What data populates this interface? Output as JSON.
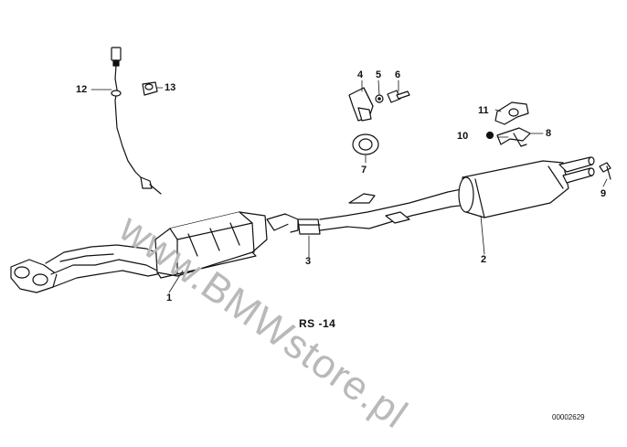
{
  "diagram": {
    "title": "RS -14",
    "code": "00002629",
    "watermark": "www.BMWstore.pl",
    "callouts": [
      "1",
      "2",
      "3",
      "4",
      "5",
      "6",
      "7",
      "8",
      "9",
      "10",
      "11",
      "12",
      "13"
    ]
  }
}
